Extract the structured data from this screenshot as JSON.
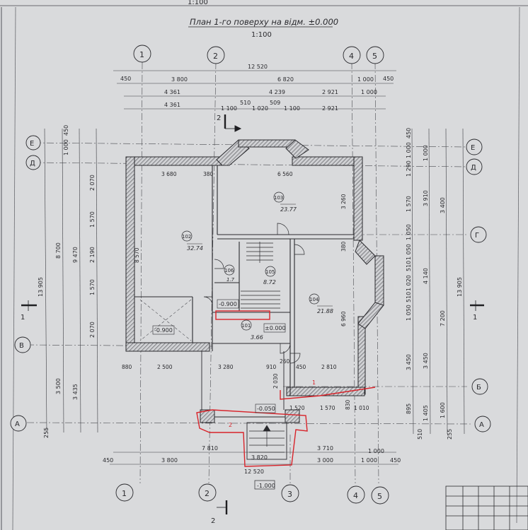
{
  "header": {
    "top_scale": "1:100",
    "title": "План 1-го поверху на відм. ±0.000",
    "scale": "1:100"
  },
  "axes": {
    "top": [
      "1",
      "2",
      "4",
      "5"
    ],
    "bottom": [
      "1",
      "2",
      "3",
      "4",
      "5"
    ],
    "left": [
      "Е",
      "Д",
      "В",
      "А"
    ],
    "right": [
      "Е",
      "Д",
      "Г",
      "Б",
      "А"
    ]
  },
  "dims_top": {
    "overall": "12 520",
    "row1": [
      "450",
      "3 800",
      "6 820",
      "1 000",
      "450"
    ],
    "row2": [
      "4 361",
      "4 239",
      "2 921",
      "1 000"
    ],
    "row3": [
      "4 361",
      "1 100",
      "510",
      "1 020",
      "509",
      "1 100",
      "2 921"
    ]
  },
  "dims_bottom": {
    "row1": [
      "7 810",
      "3 710",
      "1 000"
    ],
    "row2": [
      "450",
      "3 800",
      "3 820",
      "3 000",
      "1 000",
      "450"
    ],
    "overall": "12 520",
    "level": "-1.000"
  },
  "dims_left": {
    "outer": "13 905",
    "mid": [
      "8 700",
      "3 500"
    ],
    "inner": [
      "9 470",
      "3 435"
    ],
    "chain": [
      "450",
      "1 000",
      "2 070",
      "1 570",
      "2 190",
      "1 570",
      "2 070"
    ],
    "bottom_extra": "255"
  },
  "dims_right": {
    "outer": "13 905",
    "mid": [
      "3 400",
      "7 200",
      "1 600"
    ],
    "col2": [
      "1 000",
      "3 910",
      "4 140",
      "3 450",
      "1 405"
    ],
    "chain": [
      "450",
      "1 000",
      "1 290",
      "1 570",
      "1 050",
      "1 050",
      "510",
      "1 020",
      "510",
      "1 050",
      "3 450",
      "895"
    ],
    "bottom": [
      "510",
      "255"
    ]
  },
  "inner_dims": {
    "room102_w": "3 680",
    "w380a": "380",
    "room103_w": "6 560",
    "room103_h": "3 260",
    "room102_h": "8 570",
    "w380b": "380",
    "room104_h": "6 960",
    "porch_w1": "2 500",
    "porch_w2": "3 280",
    "porch_w3": "910",
    "p260": "260",
    "p450": "450",
    "room104_bottom": "2 810",
    "p2030": "2 030",
    "p1570": "1 570",
    "p1010": "1 010",
    "p830": "830",
    "p1520": "1 520",
    "porch_left": "880"
  },
  "rooms": [
    {
      "id": "101",
      "area": "3.66"
    },
    {
      "id": "102",
      "area": "32.74"
    },
    {
      "id": "103",
      "area": "23.77"
    },
    {
      "id": "104",
      "area": "21.88"
    },
    {
      "id": "105",
      "area": "8.72"
    },
    {
      "id": "106",
      "area": "1.7"
    }
  ],
  "levels": {
    "stair_low": "-0.900",
    "garage": "-0.900",
    "entry": "±0.000",
    "porch": "-0.050"
  },
  "sections": {
    "top": "2",
    "bottom": "2",
    "left": "1",
    "right": "1"
  },
  "annotations": {
    "red_1": "1",
    "red_2": "2"
  },
  "colors": {
    "paper": "#d9dadc",
    "ink": "#2a2a2e",
    "hatch": "#6b6c70",
    "markup_red": "#d8232a"
  }
}
